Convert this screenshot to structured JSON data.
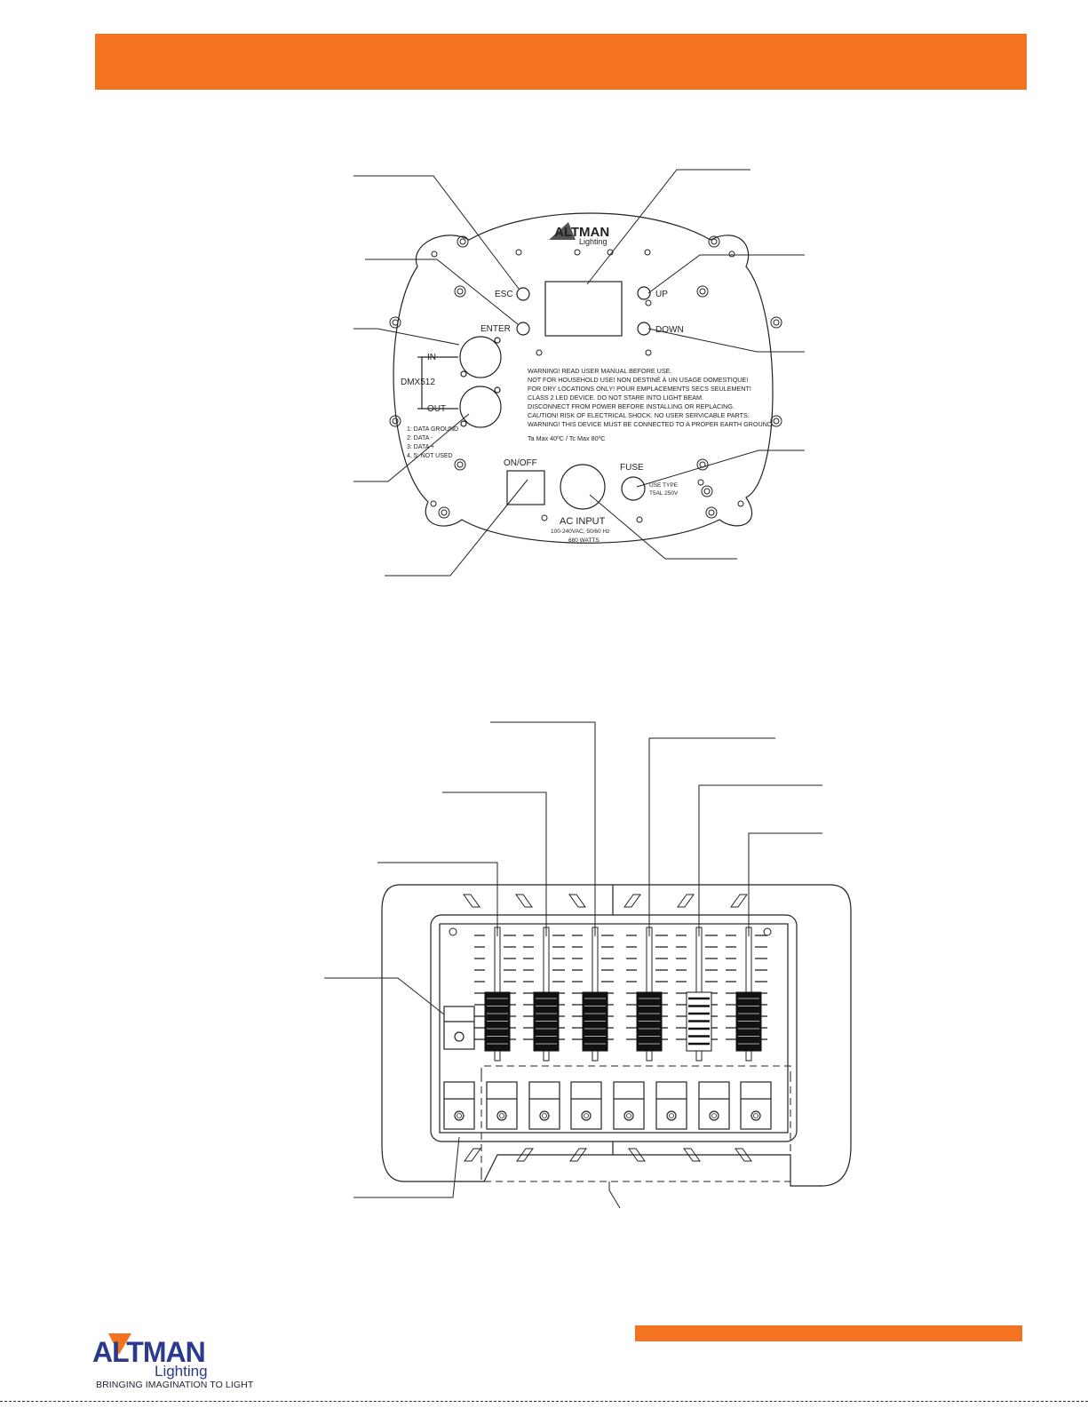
{
  "colors": {
    "accent": "#F37321",
    "navy": "#2B3A8C",
    "line": "#222222"
  },
  "panel": {
    "brand": {
      "name": "ALTMAN",
      "sub": "Lighting"
    },
    "buttons": {
      "esc": "ESC",
      "enter": "ENTER",
      "up": "UP",
      "down": "DOWN"
    },
    "dmx": {
      "title": "DMX512",
      "in": "IN",
      "out": "OUT"
    },
    "pinout": [
      "1: DATA GROUND",
      "2: DATA -",
      "3: DATA +",
      "4, 5: NOT USED"
    ],
    "warnings": [
      "WARNING! READ USER MANUAL BEFORE USE.",
      "NOT FOR HOUSEHOLD USE! NON DESTINÉ À UN USAGE DOMESTIQUE!",
      "FOR DRY LOCATIONS ONLY! POUR EMPLACEMENTS SECS SEULEMENT!",
      "CLASS 2 LED DEVICE. DO NOT STARE INTO LIGHT BEAM.",
      "DISCONNECT FROM POWER BEFORE INSTALLING OR REPLACING.",
      "CAUTION! RISK OF ELECTRICAL SHOCK. NO USER SERVICABLE PARTS.",
      "WARNING! THIS DEVICE MUST BE CONNECTED TO A PROPER EARTH GROUND."
    ],
    "temp": "Ta Max 40ºC / Tc Max 80ºC",
    "onoff": "ON/OFF",
    "fuse": {
      "label": "FUSE",
      "type1": "USE TYPE",
      "type2": "T5AL 250V"
    },
    "ac": {
      "label": "AC INPUT",
      "spec1": "100-240VAC, 50/60 Hz",
      "spec2": "680 WATTS"
    }
  },
  "footer": {
    "logo_name": "ALTMAN",
    "logo_sub": "Lighting",
    "tagline": "BRINGING IMAGINATION TO LIGHT"
  }
}
